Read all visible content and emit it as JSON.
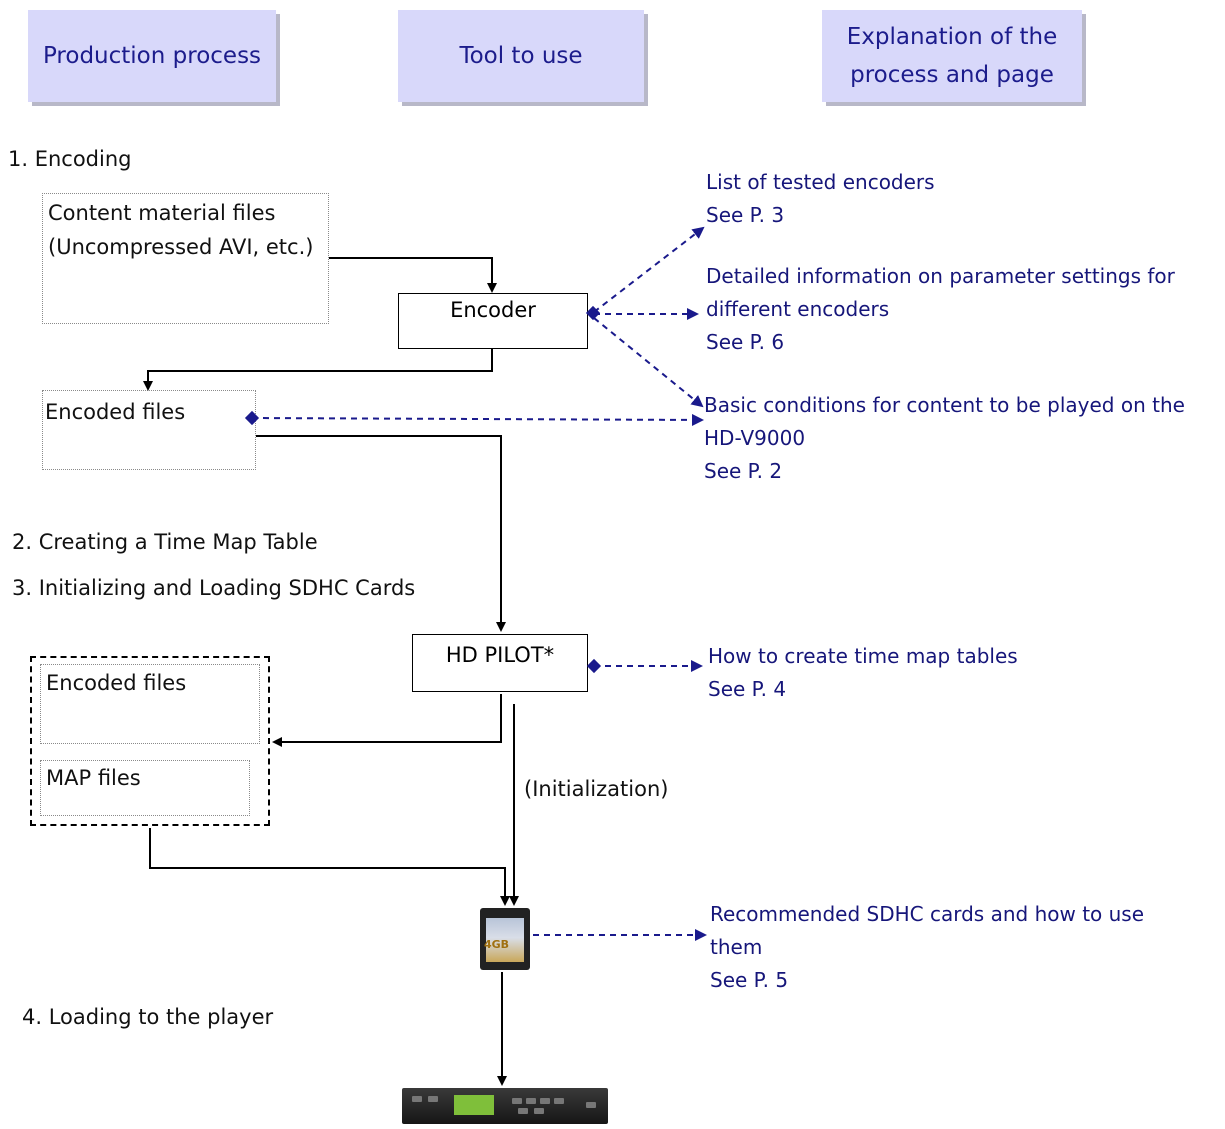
{
  "headers": {
    "production_process": "Production process",
    "tool_to_use": "Tool to use",
    "explanation": "Explanation of the\nprocess and page"
  },
  "sections": {
    "encoding": "1. Encoding",
    "time_map": "2. Creating a Time Map Table",
    "initializing": "3. Initializing and Loading SDHC Cards",
    "loading": "4. Loading to the player"
  },
  "boxes": {
    "content_material": "Content material files\n(Uncompressed AVI, etc.)",
    "encoder": "Encoder",
    "encoded_files_1": "Encoded files",
    "hd_pilot": "HD PILOT*",
    "encoded_files_2": "Encoded files",
    "map_files": "MAP files"
  },
  "labels": {
    "initialization": "(Initialization)"
  },
  "notes": {
    "tested_encoders": {
      "title": "List of tested encoders",
      "page": "See P. 3"
    },
    "parameter_settings": {
      "title_line1": "Detailed information on parameter settings for",
      "title_line2": "different encoders",
      "page": "See P. 6"
    },
    "basic_conditions": {
      "title_line1": "Basic conditions for content to be played on the",
      "title_line2": "HD-V9000",
      "page": "See P. 2"
    },
    "time_map_tables": {
      "title": "How to create time map tables",
      "page": "See P. 4"
    },
    "sdhc_cards": {
      "title_line1": "Recommended SDHC cards and how to use",
      "title_line2": "them",
      "page": "See P. 5"
    }
  },
  "sd_card": {
    "capacity": "4GB"
  },
  "colors": {
    "header_fill": "#d8d8fa",
    "note_text": "#16167a",
    "dashed_arrow": "#1a1a8c"
  }
}
